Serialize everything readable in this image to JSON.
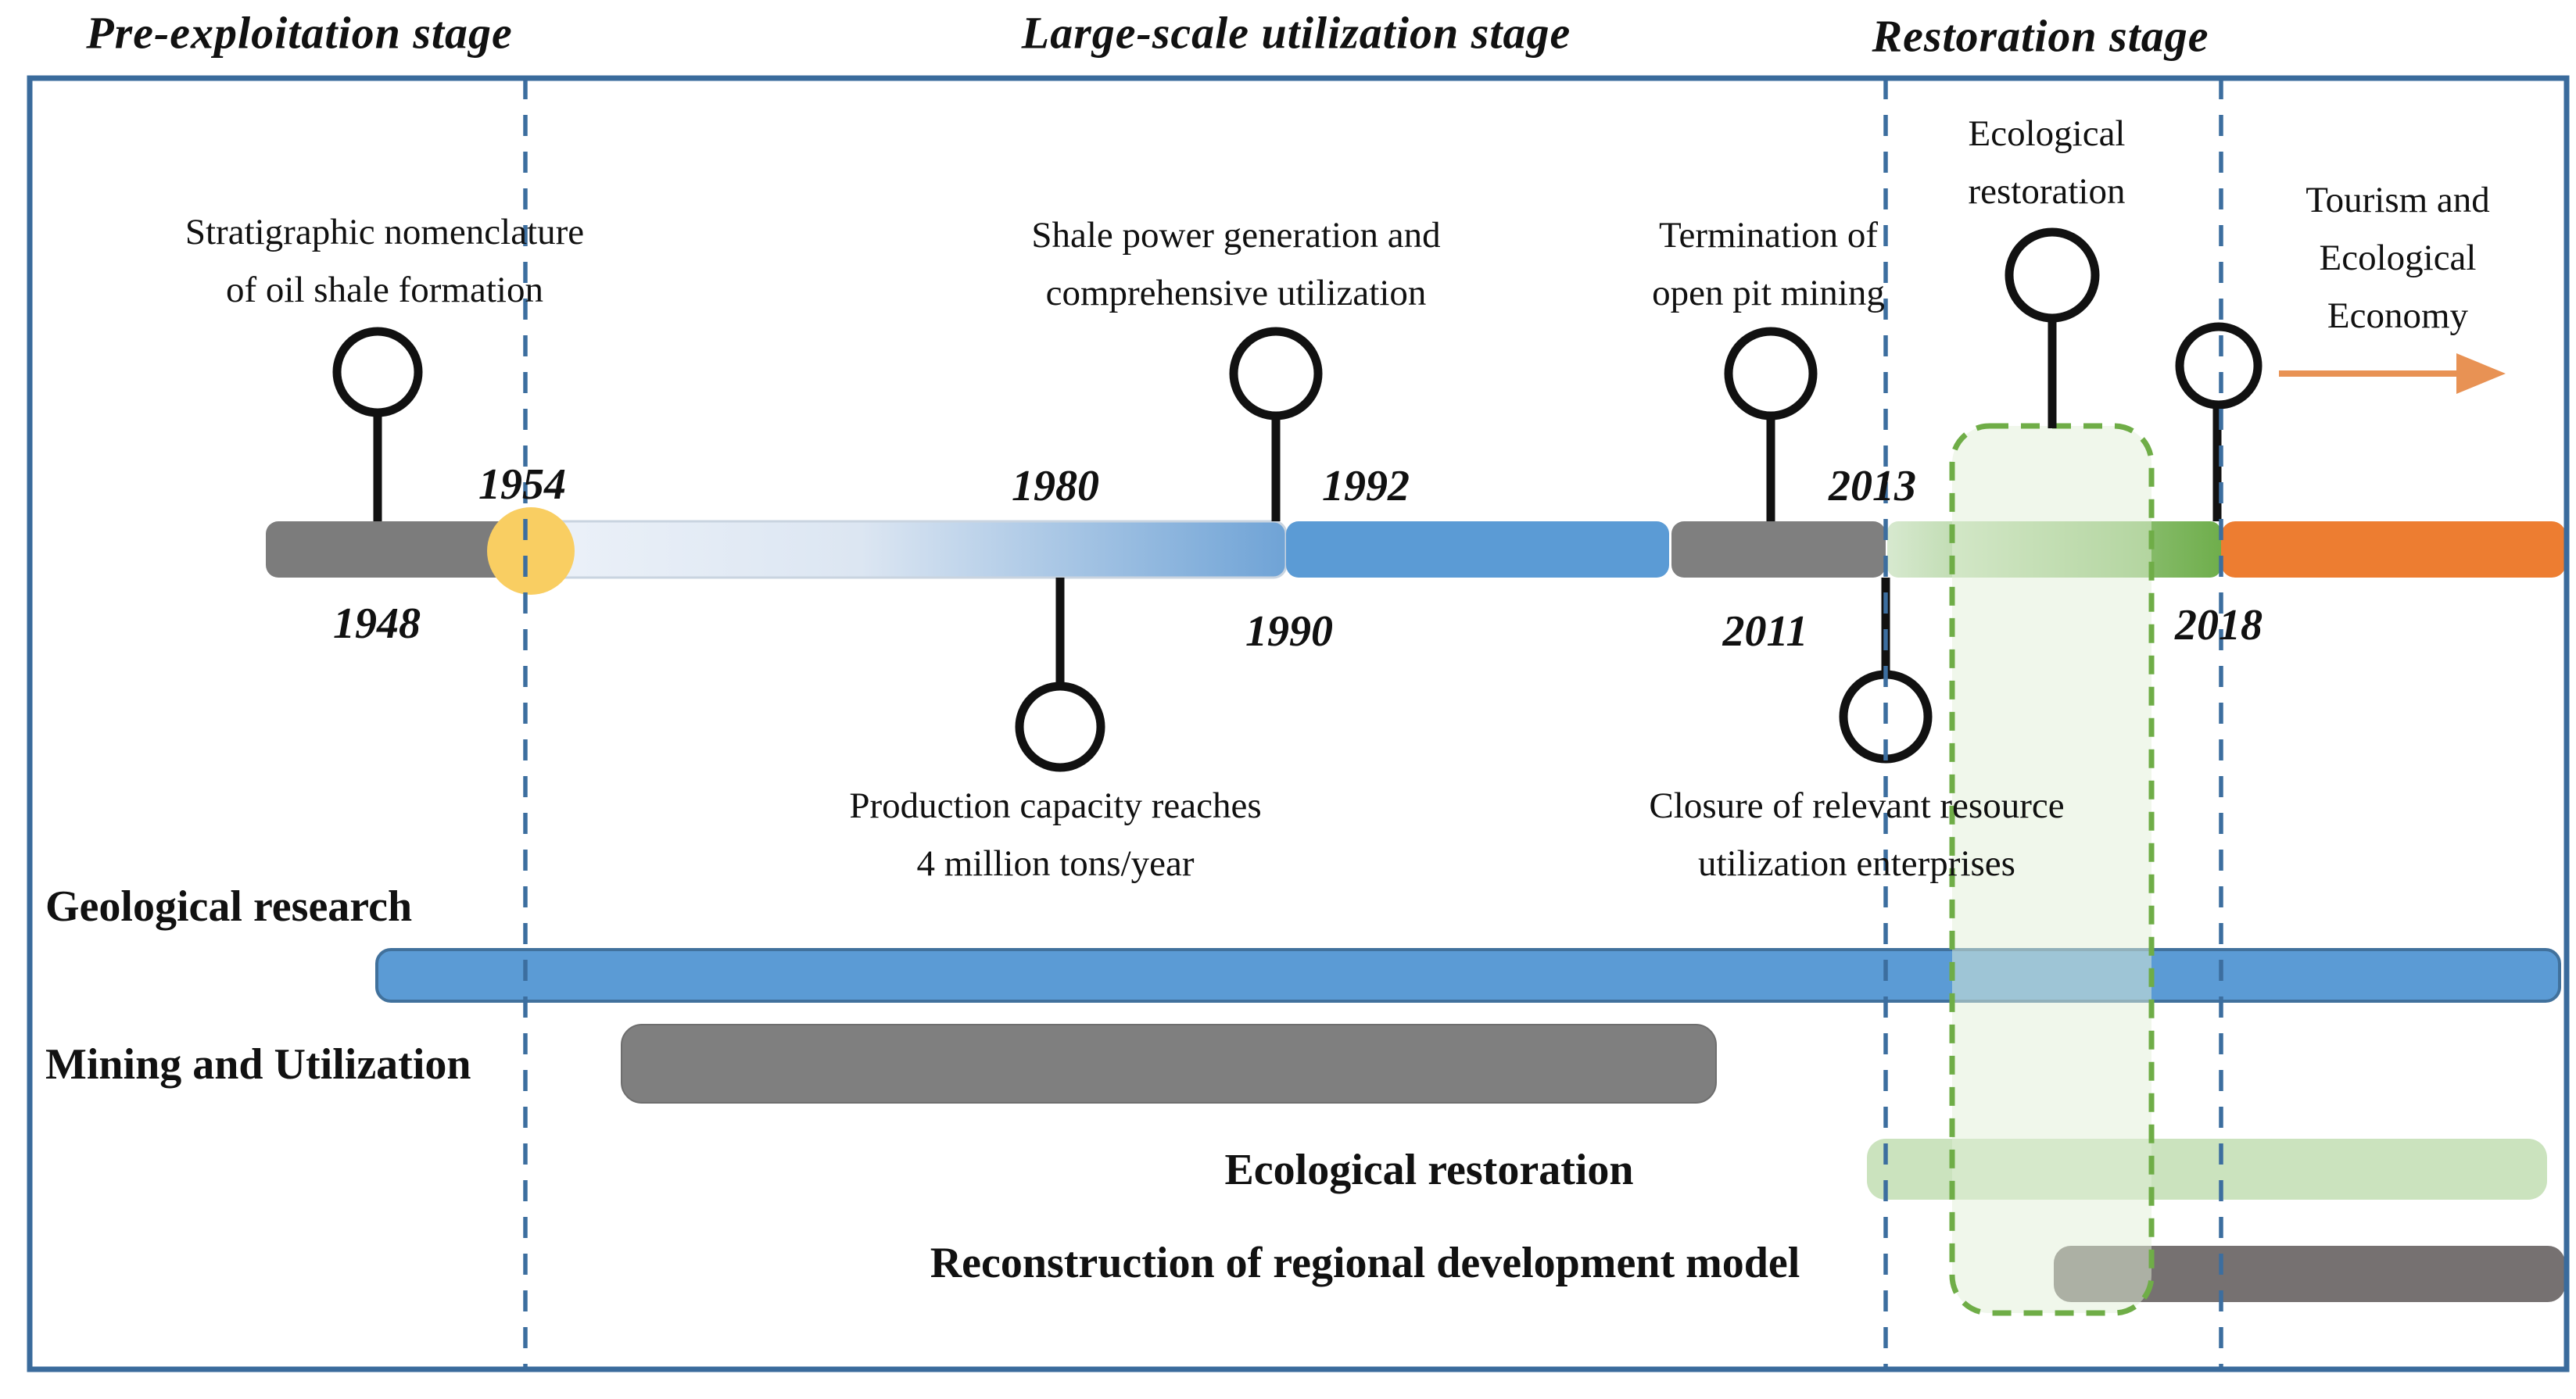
{
  "figure": {
    "stage_titles": [
      {
        "label": "Pre-exploitation stage"
      },
      {
        "label": "Large-scale utilization stage"
      },
      {
        "label": "Restoration stage"
      }
    ],
    "timeline": {
      "years": [
        "1948",
        "1954",
        "1980",
        "1990",
        "1992",
        "2011",
        "2013",
        "2018"
      ],
      "events": {
        "stratigraphic": {
          "line1": "Stratigraphic nomenclature",
          "line2": "of oil shale formation"
        },
        "shale_power": {
          "line1": "Shale power generation and",
          "line2": "comprehensive utilization"
        },
        "termination": {
          "line1": "Termination of",
          "line2": "open pit mining"
        },
        "eco_restoration_marker": {
          "line1": "Ecological",
          "line2": "restoration"
        },
        "tourism": {
          "line1": "Tourism and",
          "line2": "Ecological",
          "line3": "Economy"
        },
        "production": {
          "line1": "Production capacity reaches",
          "line2": "4 million tons/year"
        },
        "closure": {
          "line1": "Closure of relevant resource",
          "line2": "utilization enterprises"
        }
      }
    },
    "rows": [
      {
        "label": "Geological research"
      },
      {
        "label": "Mining and Utilization"
      },
      {
        "label": "Ecological restoration"
      },
      {
        "label": "Reconstruction of regional development model"
      }
    ],
    "colors": {
      "frame_blue": "#3A6B9C",
      "dashed_guide_blue": "#3C6E9F",
      "timeline_gray": "#7C7C7C",
      "timeline_light_blue": "#E9EFF7",
      "timeline_blue": "#5B9BD5",
      "timeline_green_light": "#D7E9CF",
      "timeline_green": "#72B04E",
      "timeline_orange": "#ED7D31",
      "milestone_yellow": "#F9CE62",
      "bar_blue": "#5B9BD5",
      "bar_gray": "#7F7F7F",
      "bar_green": "#CBE3BE",
      "restoration_box_green": "#6FAD47",
      "arrow_orange": "#E89254"
    }
  }
}
